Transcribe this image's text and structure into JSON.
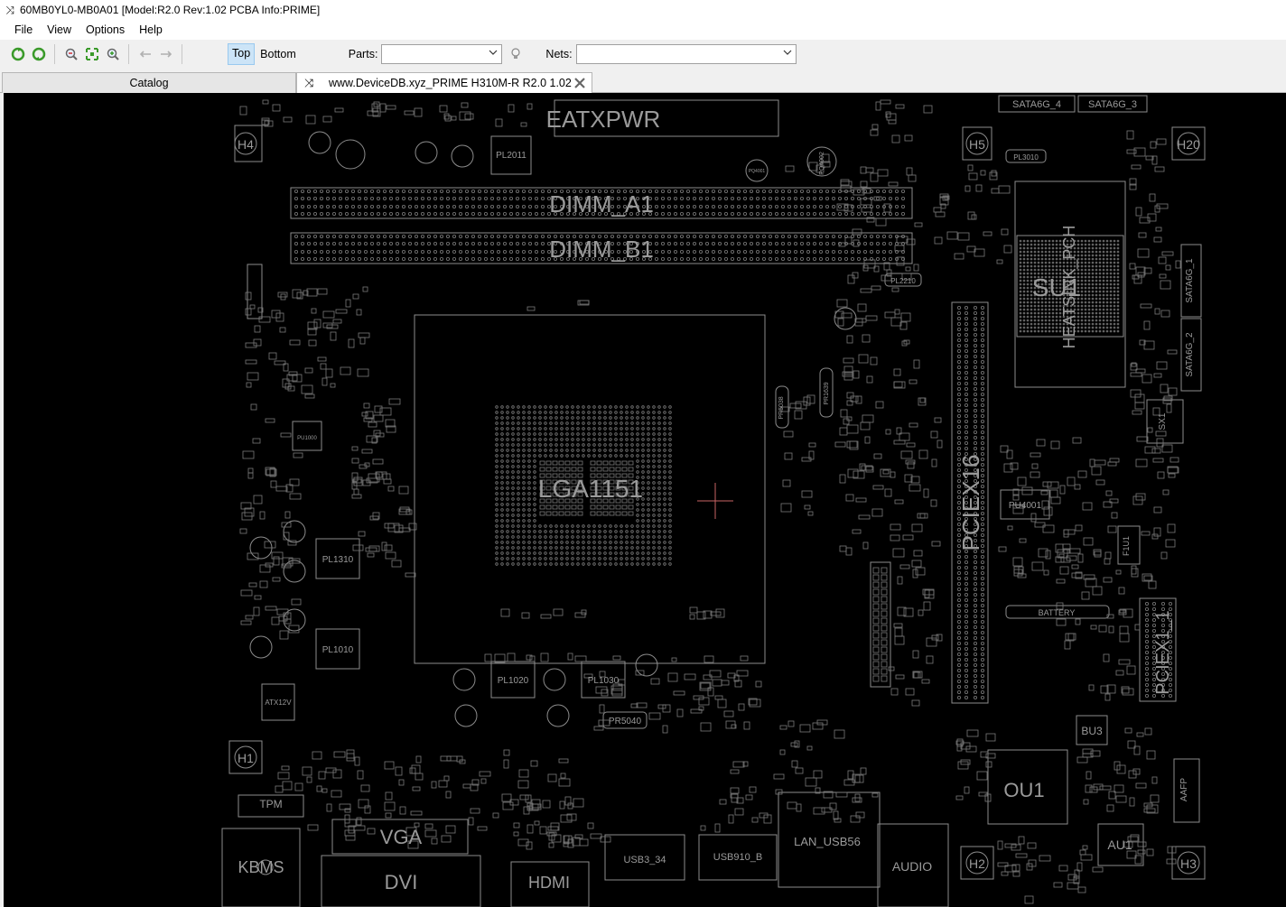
{
  "window": {
    "title": "60MB0YL0-MB0A01 [Model:R2.0 Rev:1.02 PCBA Info:PRIME]"
  },
  "menu": [
    "File",
    "View",
    "Options",
    "Help"
  ],
  "toolbar": {
    "icons": [
      "refresh-green-icon",
      "refresh-green-alt-icon",
      "zoom-out-icon",
      "fit-view-icon",
      "zoom-in-icon",
      "back-arrow-icon",
      "forward-arrow-icon"
    ],
    "top_label": "Top",
    "bottom_label": "Bottom",
    "active_side": "Top",
    "parts_label": "Parts:",
    "parts_value": "",
    "nets_label": "Nets:",
    "nets_value": "",
    "lightbulb_icon": "lightbulb-icon"
  },
  "tabs": {
    "catalog": "Catalog",
    "document": "www.DeviceDB.xyz_PRIME H310M-R R2.0 1.02"
  },
  "board": {
    "colors": {
      "background": "#000000",
      "outline": "#8c8c8c",
      "text": "#9a9a9a",
      "cursor": "#c86464"
    },
    "labels": {
      "eatxpwr": "EATXPWR",
      "dimm_a1": "DIMM_A1",
      "dimm_b1": "DIMM_B1",
      "cpu": "LGA1151",
      "pciex16": "PCIEX16",
      "pciex1": "PCIEX1_1",
      "su1": "SU1",
      "heatsink": "HEATSINK_PCH",
      "sata_4": "SATA6G_4",
      "sata_3": "SATA6G_3",
      "sata_1": "SATA6G_1",
      "sata_2": "SATA6G_2",
      "h4": "H4",
      "h5": "H5",
      "h20": "H20",
      "h1": "H1",
      "h2": "H2",
      "h3": "H3",
      "pl2011": "PL2011",
      "pl1310": "PL1310",
      "pl1010": "PL1010",
      "pl1020": "PL1020",
      "pl1030": "PL1030",
      "pu1000": "PU1000",
      "pu4001": "PU4001",
      "pr5040": "PR5040",
      "battery": "BATTERY",
      "ou1": "OU1",
      "au1": "AU1",
      "bu3": "BU3",
      "kbms": "KBMS",
      "vga": "VGA",
      "dvi": "DVI",
      "hdmi": "HDMI",
      "usb34": "USB3_34",
      "usb910": "USB910_B",
      "lan_usb56": "LAN_USB56",
      "audio": "AUDIO",
      "atx12v": "ATX12V",
      "f1u1": "F1U1",
      "sx1": "SX1",
      "pq4001": "PQ4001",
      "pq4002": "PQ4002",
      "pl3010": "PL3010",
      "pl2210": "PL2210",
      "pr1639": "PR1639",
      "pr5038": "PR5038",
      "tpm": "TPM",
      "aafp": "AAFP"
    }
  }
}
